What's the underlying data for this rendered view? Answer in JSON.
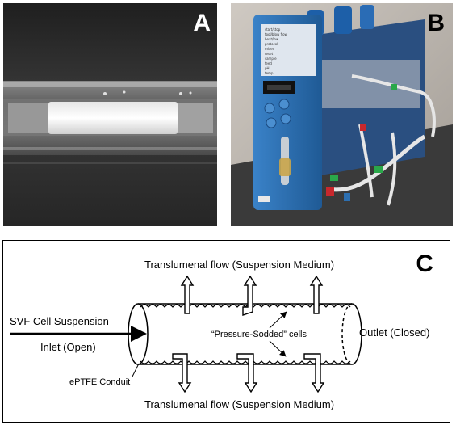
{
  "panels": {
    "a": {
      "letter": "A"
    },
    "b": {
      "letter": "B"
    },
    "c": {
      "letter": "C"
    }
  },
  "diagram": {
    "flow_top": "Translumenal flow (Suspension Medium)",
    "flow_bottom": "Translumenal flow (Suspension Medium)",
    "inlet_suspension": "SVF Cell Suspension",
    "inlet_state": "Inlet (Open)",
    "outlet": "Outlet (Closed)",
    "cells": "“Pressure-Sodded” cells",
    "conduit": "ePTFE Conduit"
  },
  "device_screen": {
    "menu_items": [
      "start/stop",
      "tool/blow flow",
      "heat/low",
      "protocol",
      "mixed",
      "reset",
      "sample",
      "feed",
      "pH",
      "temp"
    ]
  },
  "colors": {
    "device_blue": "#2d6fb0",
    "tubing_clamp_green": "#2aa84a",
    "tubing_clamp_red": "#c8282d"
  }
}
